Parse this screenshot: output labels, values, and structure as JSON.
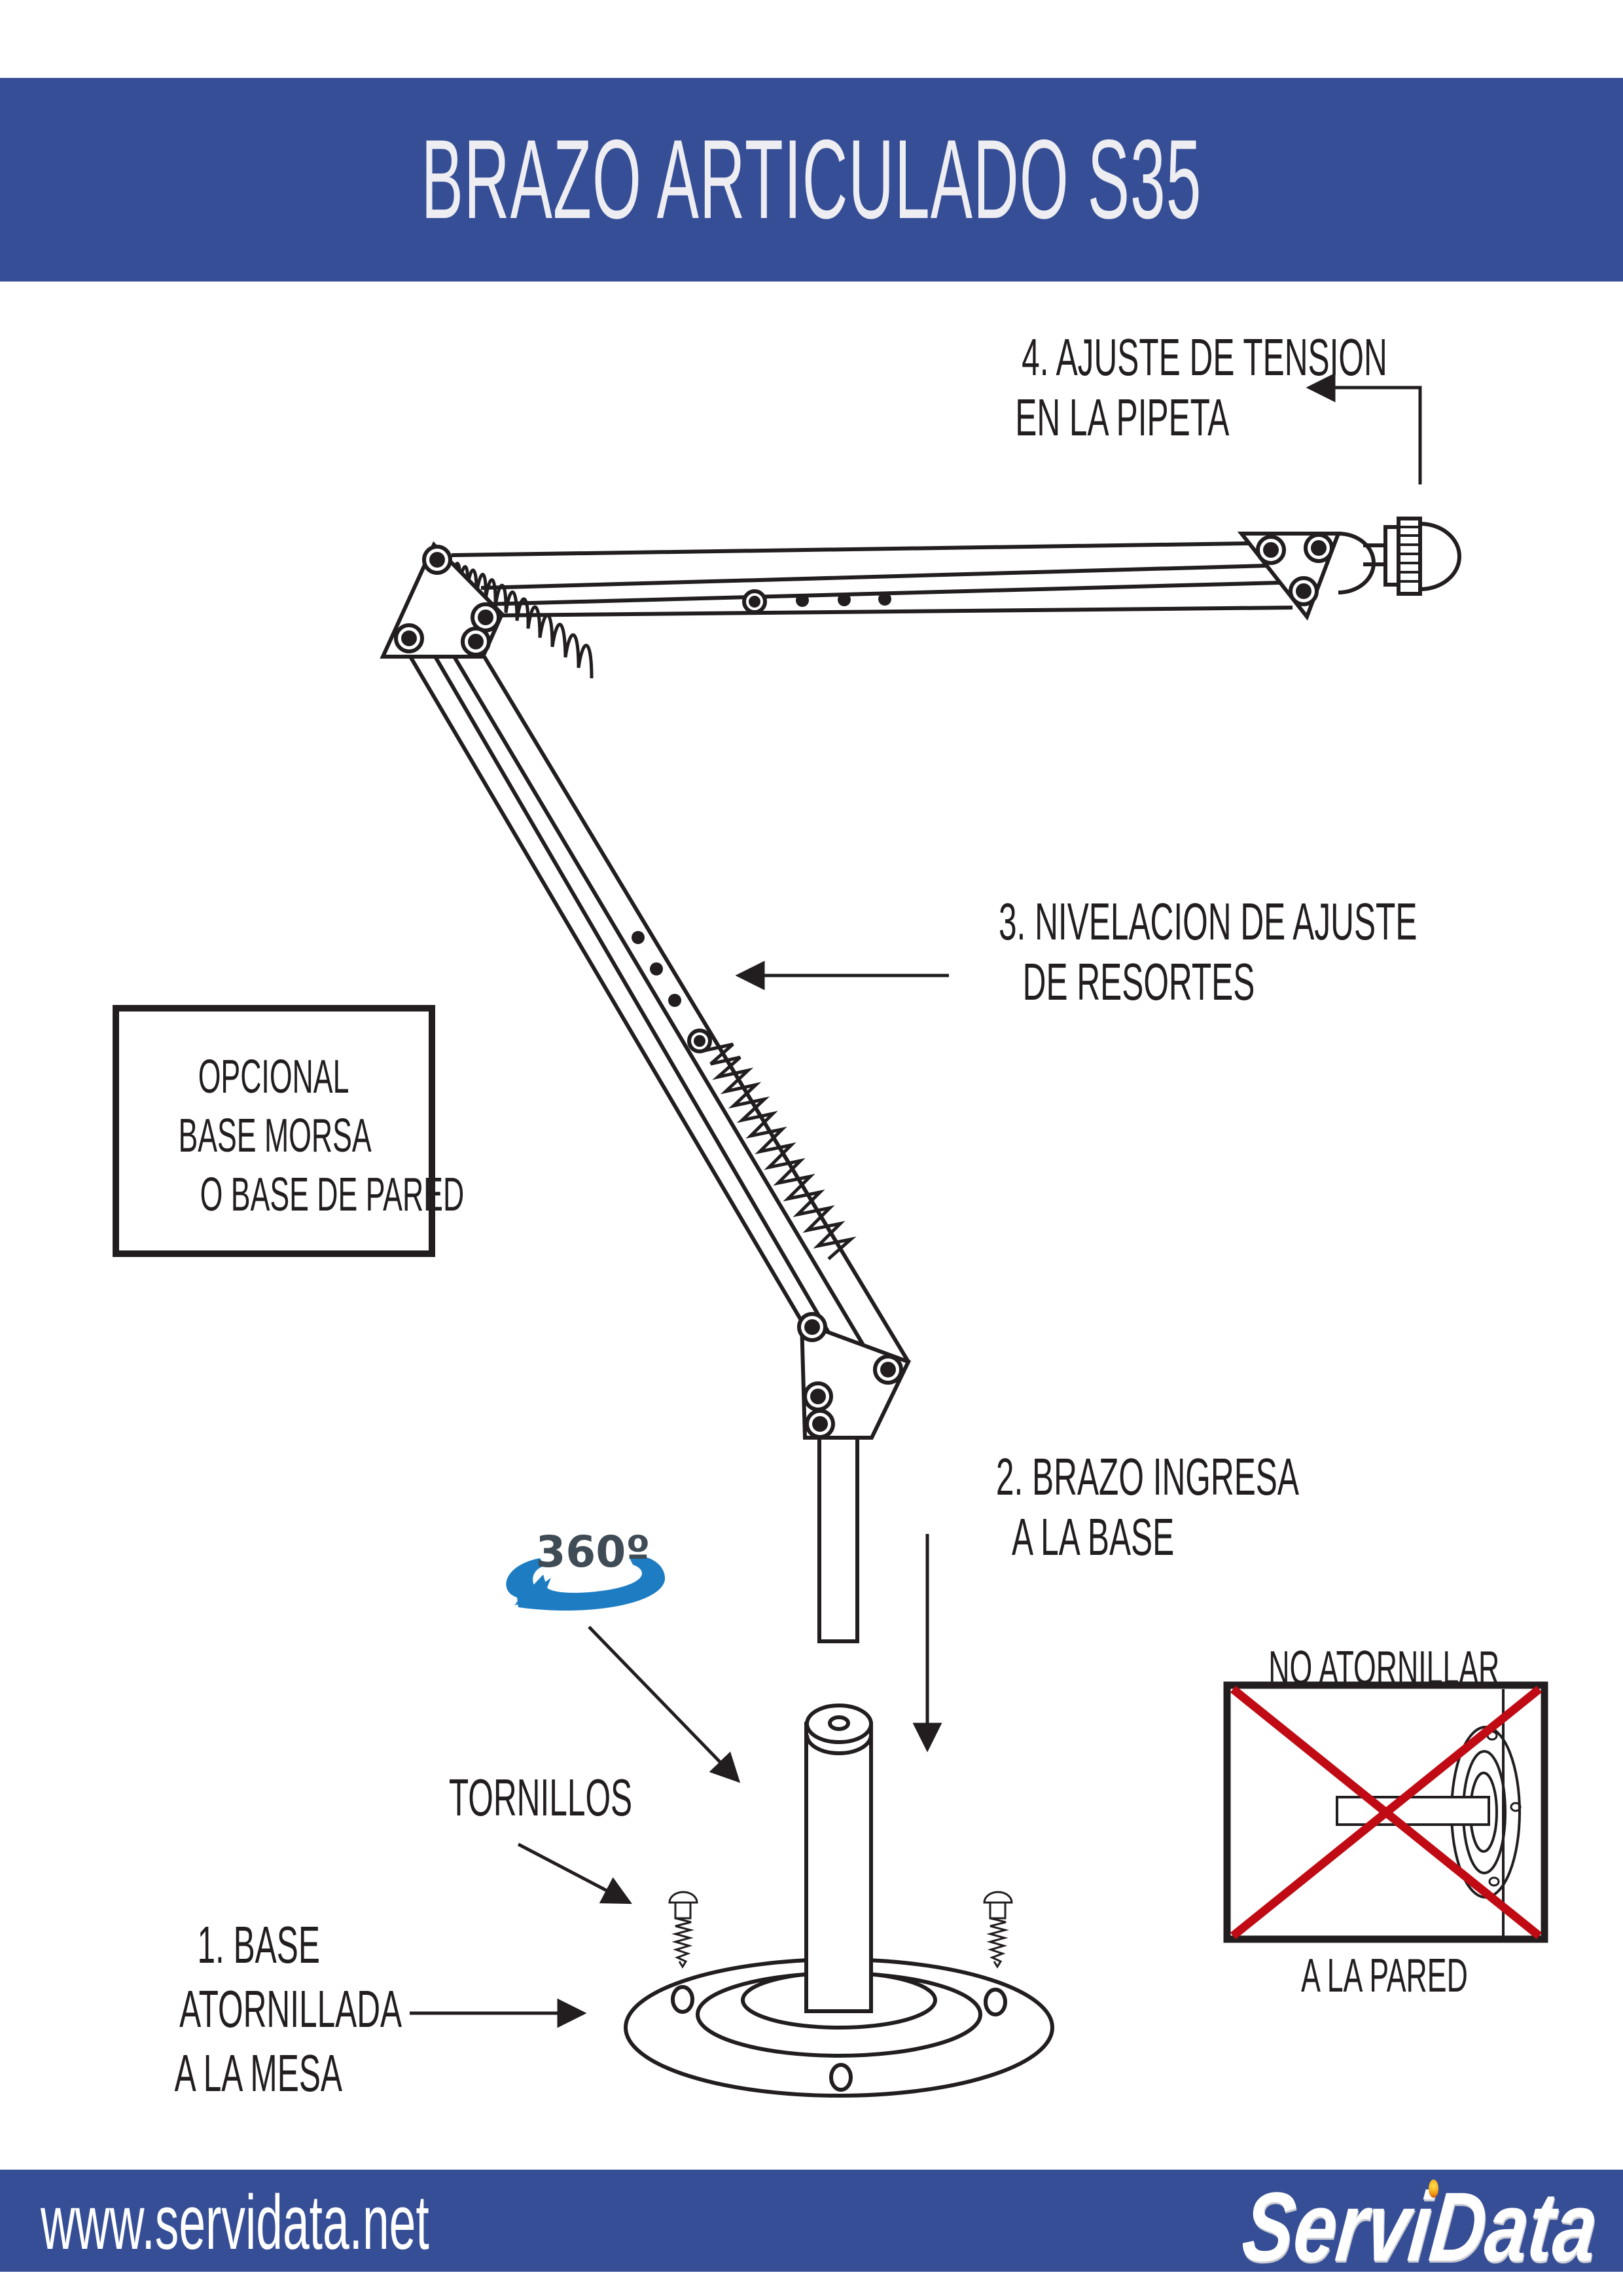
{
  "header": {
    "title": "BRAZO ARTICULADO S35"
  },
  "steps": [
    {
      "id": 1,
      "lines": [
        "1. BASE",
        "ATORNILLADA",
        "A LA MESA"
      ]
    },
    {
      "id": 2,
      "lines": [
        "2. BRAZO INGRESA",
        "A LA BASE"
      ]
    },
    {
      "id": 3,
      "lines": [
        "3. NIVELACION DE AJUSTE",
        "DE RESORTES"
      ]
    },
    {
      "id": 4,
      "lines": [
        "4. AJUSTE DE TENSION",
        "EN LA PIPETA"
      ]
    }
  ],
  "screws_label": "TORNILLOS",
  "rotation_badge": {
    "text": "360º",
    "icon": "rotate-360-icon"
  },
  "optional_box": {
    "lines": [
      "OPCIONAL",
      "BASE MORSA",
      "O BASE DE PARED"
    ]
  },
  "warning": {
    "top": "NO ATORNILLAR",
    "bottom": "A LA PARED",
    "icon": "cross-out-icon"
  },
  "footer": {
    "url": "www.servidata.net",
    "brand": "ServiData"
  },
  "colors": {
    "band": "#364e96",
    "ink": "#221e1f",
    "warning_red": "#c00a14",
    "rotation_blue": "#1e7dc2",
    "rotation_text": "#3f4b55",
    "brand_dot": "#f29a12"
  }
}
